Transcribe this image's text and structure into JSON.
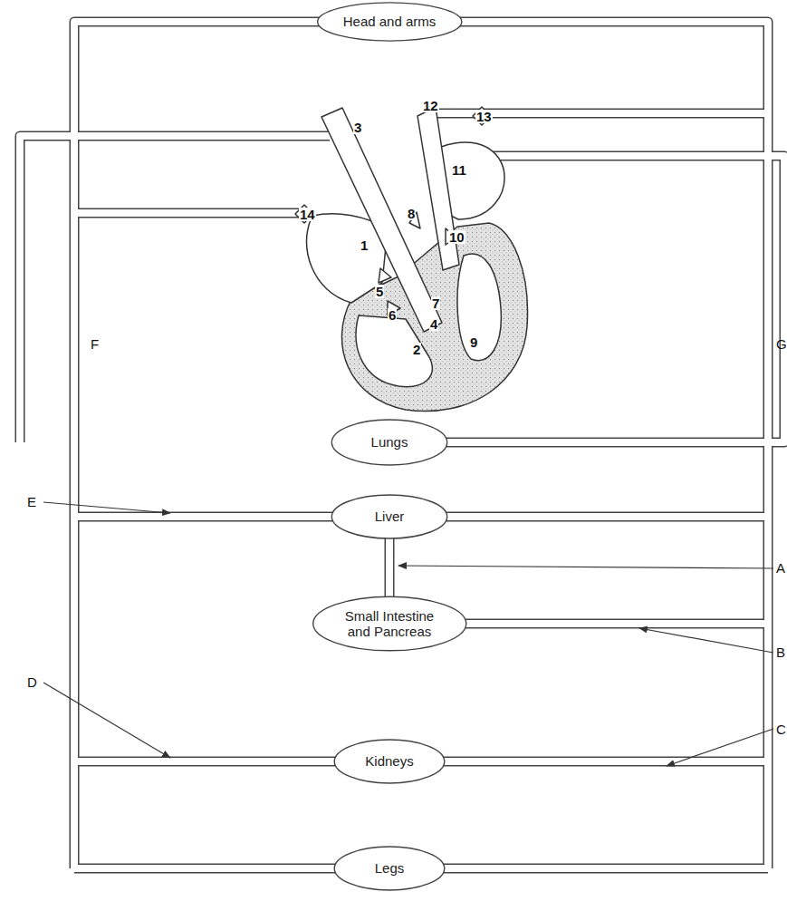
{
  "diagram": {
    "nodes": [
      {
        "text": [
          "Head and arms"
        ]
      },
      {
        "text": [
          "Lungs"
        ]
      },
      {
        "text": [
          "Liver"
        ]
      },
      {
        "text": [
          "Small Intestine and Pancreas"
        ]
      },
      {
        "text": [
          "Kidneys"
        ]
      },
      {
        "text": [
          "Legs"
        ]
      }
    ],
    "edges": [
      {
        "from": 2,
        "to": 3,
        "arrow": "none"
      }
    ],
    "labels": [
      "12",
      "13",
      "3",
      "11",
      "8",
      "14",
      "10",
      "1",
      "5",
      "6",
      "7",
      "4",
      "9",
      "2",
      "F",
      "G",
      "E",
      "A",
      "B",
      "D",
      "C"
    ]
  }
}
